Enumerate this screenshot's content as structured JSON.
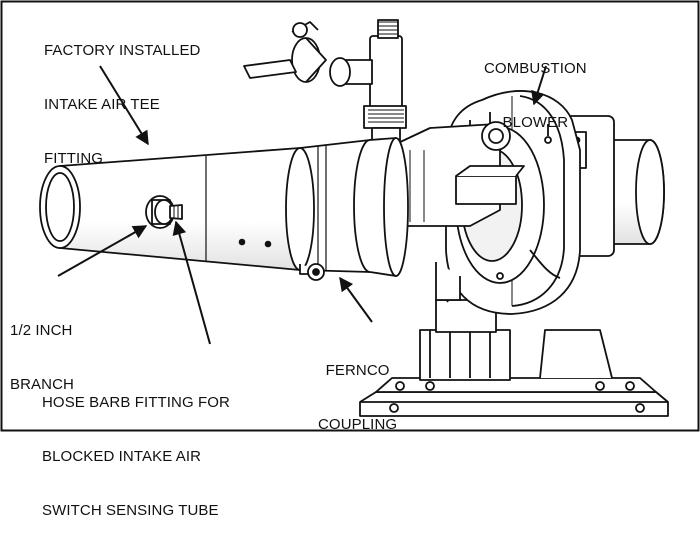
{
  "labels": {
    "tee": [
      "FACTORY INSTALLED",
      "INTAKE AIR TEE",
      "FITTING"
    ],
    "blower": [
      "COMBUSTION",
      "BLOWER"
    ],
    "branch": [
      "1/2 INCH",
      "BRANCH"
    ],
    "fernco": [
      "FERNCO",
      "COUPLING"
    ],
    "hose": [
      "HOSE BARB FITTING FOR",
      "BLOCKED INTAKE AIR",
      "SWITCH SENSING TUBE"
    ]
  },
  "colors": {
    "line": "#111111",
    "background": "#ffffff",
    "shade": "#cfcfcf",
    "dark": "#555555"
  }
}
